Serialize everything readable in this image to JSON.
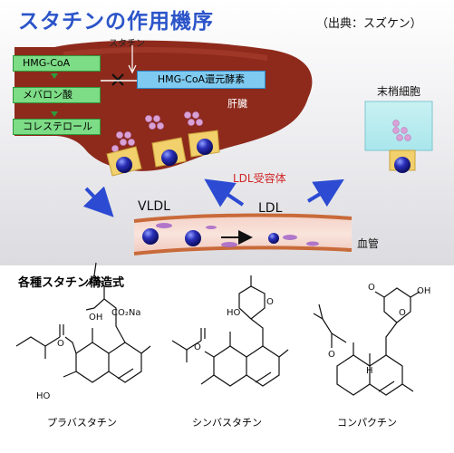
{
  "header": {
    "title": "スタチンの作用機序",
    "source": "（出典：スズケン）"
  },
  "pathway": {
    "steps": [
      "HMG-CoA",
      "メバロン酸",
      "コレステロール"
    ],
    "inhibitor": "スタチン",
    "enzyme": "HMG-CoA還元酵素"
  },
  "labels": {
    "liver": "肝臓",
    "peripheral_cell": "末梢細胞",
    "ldl_receptor": "LDL受容体",
    "vldl": "VLDL",
    "ldl": "LDL",
    "blood_vessel": "血管"
  },
  "structures": {
    "section_title": "各種スタチン構造式",
    "compounds": [
      {
        "name": "プラバスタチン",
        "group_label": "CO₂Na",
        "hydroxyl": "OH",
        "ester_oxygen": "O",
        "ring_hydroxyl": "HO"
      },
      {
        "name": "シンバスタチン",
        "ring_hydroxyl": "HO",
        "ring_oxygen": "O",
        "ester_oxygen": "O"
      },
      {
        "name": "コンパクチン",
        "carbonyl_oxygen": "O",
        "hydroxyl": "OH",
        "ring_oxygen": "O",
        "ester_oxygen": "O",
        "ring_h": "H"
      }
    ]
  },
  "colors": {
    "title_blue": "#2b54c9",
    "liver_red": "#8e2a1c",
    "pathway_green": "#7ddc86",
    "enzyme_blue": "#7fcaf0",
    "receptor_yellow": "#f2d06b",
    "ldl_particle_blue": "#1c1f9c",
    "arrow_blue": "#2c4bd2",
    "receptor_label_red": "#d02525"
  }
}
